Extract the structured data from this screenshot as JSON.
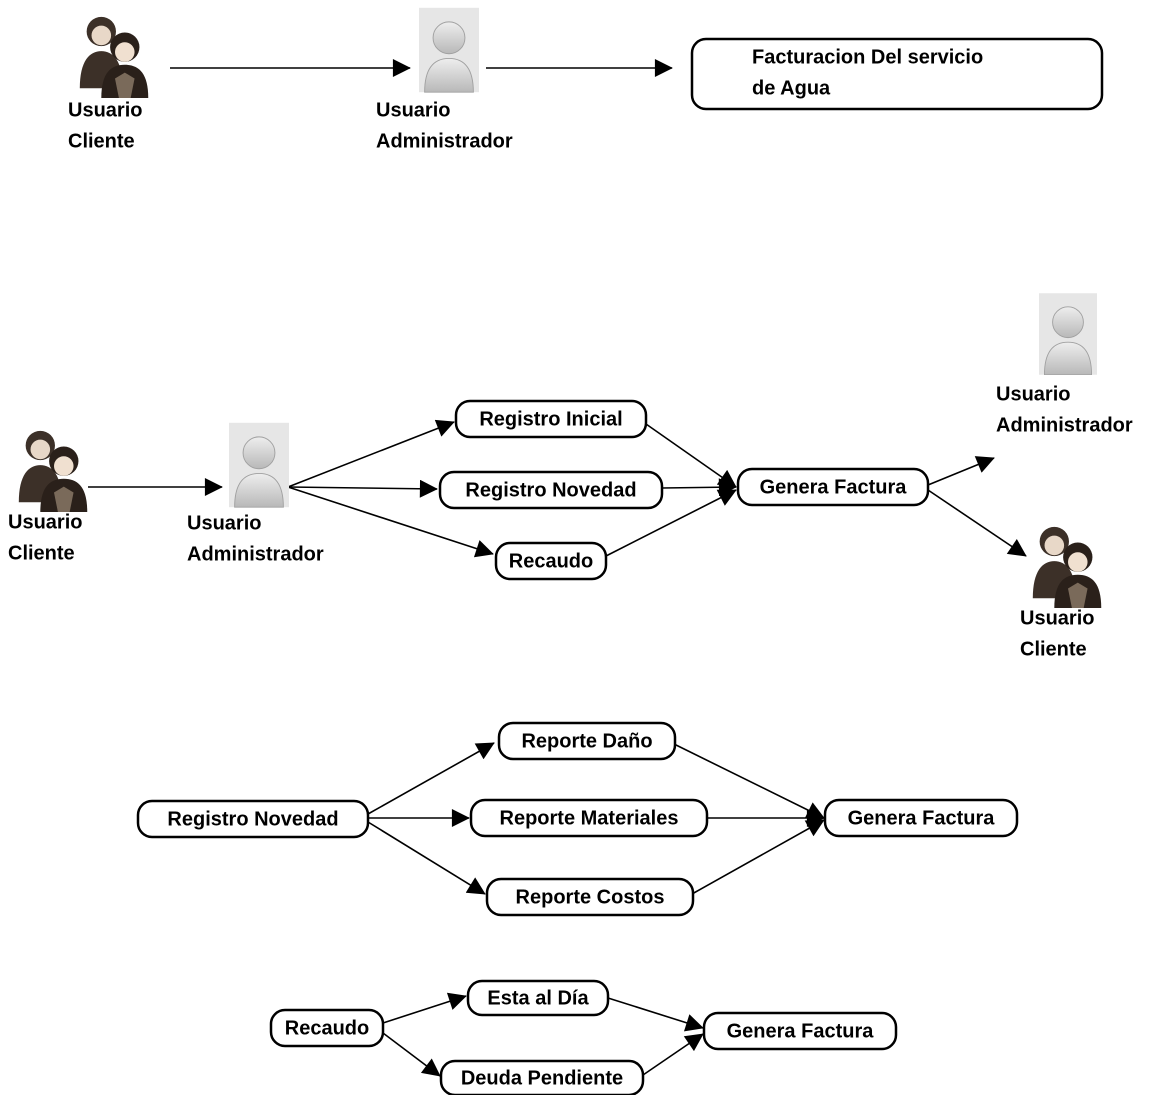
{
  "colors": {
    "line": "#000000",
    "box_fill": "#ffffff",
    "background": "#ffffff",
    "admin_icon": "#c8c8c8",
    "client_icon": "#3a2e26"
  },
  "icons": {
    "client": "user-group-icon",
    "admin": "user-silhouette-icon"
  },
  "diagram1": {
    "client_label": [
      "Usuario",
      "Cliente"
    ],
    "admin_label": [
      "Usuario",
      "Administrador"
    ],
    "system_label": [
      "Facturacion Del servicio",
      "de Agua"
    ]
  },
  "diagram2": {
    "client_label": [
      "Usuario",
      "Cliente"
    ],
    "admin_label": [
      "Usuario",
      "Administrador"
    ],
    "process_nodes": [
      "Registro Inicial",
      "Registro Novedad",
      "Recaudo"
    ],
    "genera": "Genera Factura",
    "out_admin_label": [
      "Usuario",
      "Administrador"
    ],
    "out_client_label": [
      "Usuario",
      "Cliente"
    ]
  },
  "diagram3": {
    "source": "Registro Novedad",
    "reports": [
      "Reporte Daño",
      "Reporte Materiales",
      "Reporte Costos"
    ],
    "genera": "Genera Factura"
  },
  "diagram4": {
    "source": "Recaudo",
    "states": [
      "Esta al Día",
      "Deuda Pendiente"
    ],
    "genera": "Genera Factura"
  }
}
